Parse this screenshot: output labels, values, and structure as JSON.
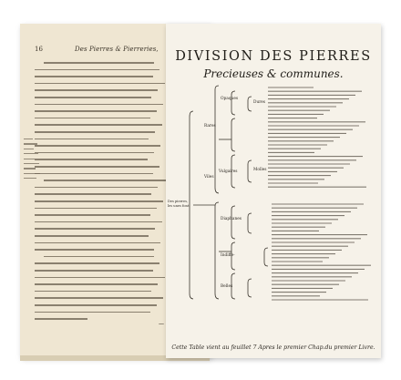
{
  "book_page": {
    "page_number": "16",
    "running_head": "Des Pierres & Pierreries,"
  },
  "foldout": {
    "title": "DIVISION DES PIERRES",
    "subtitle": "Precieuses & communes.",
    "branches": [
      {
        "label": "Opaques"
      },
      {
        "label": "Diaphanes"
      },
      {
        "label": "Indiffe-"
      },
      {
        "label": "Belles"
      },
      {
        "label": "Rares"
      },
      {
        "label": "Viles"
      },
      {
        "label": "Vulgaires"
      },
      {
        "label": "Dures"
      },
      {
        "label": "Molles"
      }
    ],
    "root_label": "Des pierres, les unes font",
    "footer": "Cette Table vient au feuillet 7 Apres le premier Chap.du premier Livre."
  }
}
